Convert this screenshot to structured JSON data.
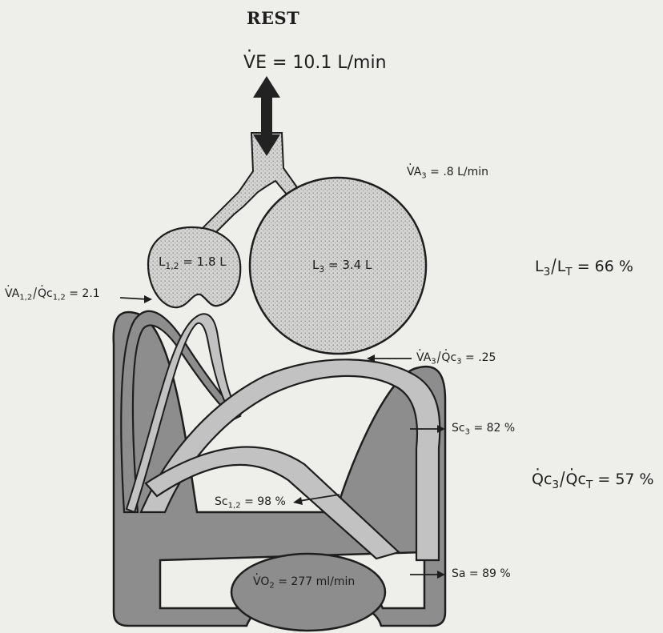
{
  "title": "REST",
  "ventilation": {
    "symbol": "V",
    "subscript": "E",
    "value": "= 10.1 L/min"
  },
  "compartments": {
    "upper": {
      "symbol": "V",
      "sub_left": "A",
      "sub_num": "3",
      "value": "= .8 L/min"
    },
    "small_lung": {
      "symbol": "L",
      "subscript": "1,2",
      "value": "= 1.8 L"
    },
    "large_lung": {
      "symbol": "L",
      "subscript": "3",
      "value": "= 3.4 L"
    },
    "ratio_12": {
      "num_sym": "V",
      "num_sub": "A",
      "num_idx": "1,2",
      "den_sym": "Q",
      "den_sub": "c",
      "den_idx": "1,2",
      "value": "= 2.1"
    },
    "ratio_3": {
      "num_sym": "V",
      "num_sub": "A",
      "num_idx": "3",
      "den_sym": "Q",
      "den_sub": "c",
      "den_idx": "3",
      "value": "= .25"
    }
  },
  "saturations": {
    "sc3": {
      "sym": "Sc",
      "idx": "3",
      "value": "= 82 %"
    },
    "sc12": {
      "sym": "Sc",
      "idx": "1,2",
      "value": "= 98 %"
    },
    "sa": {
      "sym": "Sa",
      "value": "= 89 %"
    }
  },
  "oxygen": {
    "symbol": "V",
    "sub": "O",
    "idx": "2",
    "value": "= 277 ml/min"
  },
  "right_panel": {
    "lung_fraction": {
      "num": "L",
      "num_idx": "3",
      "den": "L",
      "den_idx": "T",
      "value": "= 66 %"
    },
    "flow_fraction": {
      "num": "Q",
      "num_sub": "c",
      "num_idx": "3",
      "den": "Q",
      "den_sub": "c",
      "den_idx": "T",
      "value": "= 57 %"
    }
  },
  "colors": {
    "background": "#eeeeea",
    "dark_vessel": "#8d8d8d",
    "light_vessel": "#c2c2c2",
    "lung_fill": "#d3d3d3",
    "stroke": "#1e1e1e"
  }
}
